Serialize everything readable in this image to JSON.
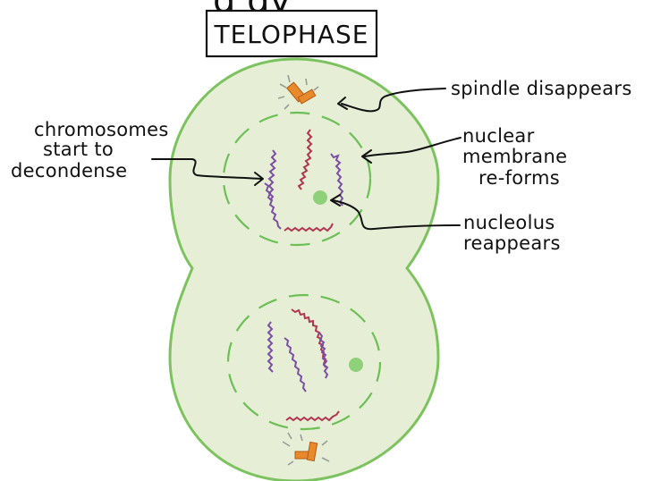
{
  "header": {
    "partial_text": "g           gy"
  },
  "title": "TELOPHASE",
  "labels": {
    "spindle": "spindle disappears",
    "chromosomes": [
      "chromosomes",
      "start to",
      "decondense"
    ],
    "membrane": [
      "nuclear",
      "membrane",
      "re-forms"
    ],
    "nucleolus": [
      "nucleolus",
      "reappears"
    ]
  },
  "colors": {
    "cell_fill": "#e6efd6",
    "cell_stroke": "#7cc35f",
    "membrane": "#6cbf55",
    "nucleolus": "#8fd07a",
    "chromosome_purple": "#7a4fa3",
    "chromosome_red": "#b0364f",
    "centrosome": "#e8892c",
    "spindle_lines": "#9a9a9a"
  }
}
